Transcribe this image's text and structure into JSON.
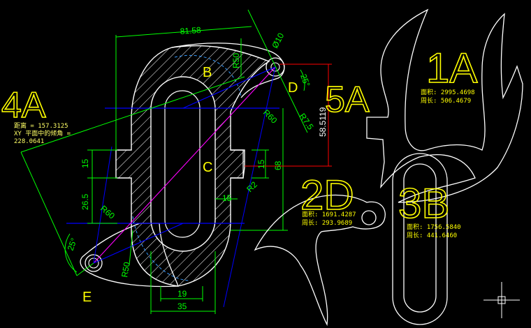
{
  "drawing": {
    "dimensions": {
      "d_81_58": "81.58",
      "d_r50_top": "R50",
      "d_dia10": "Ø10",
      "d_25_top": "25°",
      "d_r60_mid": "R60",
      "d_r7_5": "R7.5",
      "d_58_5119": "58.5119",
      "d_68": "68",
      "d_15_left": "15",
      "d_15_right": "15",
      "d_r2": "R2",
      "d_15_slot": "15",
      "d_26_5": "26.5",
      "d_r60_left": "R60",
      "d_25_left": "25°",
      "d_r50_bottom": "R50",
      "d_19": "19",
      "d_35": "35"
    },
    "point_labels": {
      "b": "B",
      "c": "C",
      "d": "D",
      "e": "E"
    },
    "big_labels": {
      "l4a": "4A",
      "l5a": "5A",
      "l1a": "1A",
      "l2d": "2D",
      "l3b": "3B"
    },
    "measure_4a": {
      "distance": "距离 = 157.3125",
      "angle": "XY 平面中的倾角 =",
      "angle_value": "228.0641"
    },
    "measure_1a": {
      "area": "面积:   2995.4698",
      "perimeter": "周长:   506.4679"
    },
    "measure_2d": {
      "area": "面积: 1691.4287",
      "perimeter": "周长: 293.9689"
    },
    "measure_3b": {
      "area": "面积:  1756.5840",
      "perimeter": "周长:  441.6460"
    },
    "colors": {
      "background": "#000000",
      "dimension": "#00ff00",
      "geometry": "#ffffff",
      "label": "#ffff00",
      "construction": "#0000ff",
      "diagonal": "#ff00ff",
      "red_dim": "#ff0000",
      "hidden_arc": "#3399ff"
    },
    "crosshair": "crosshair-cursor"
  }
}
